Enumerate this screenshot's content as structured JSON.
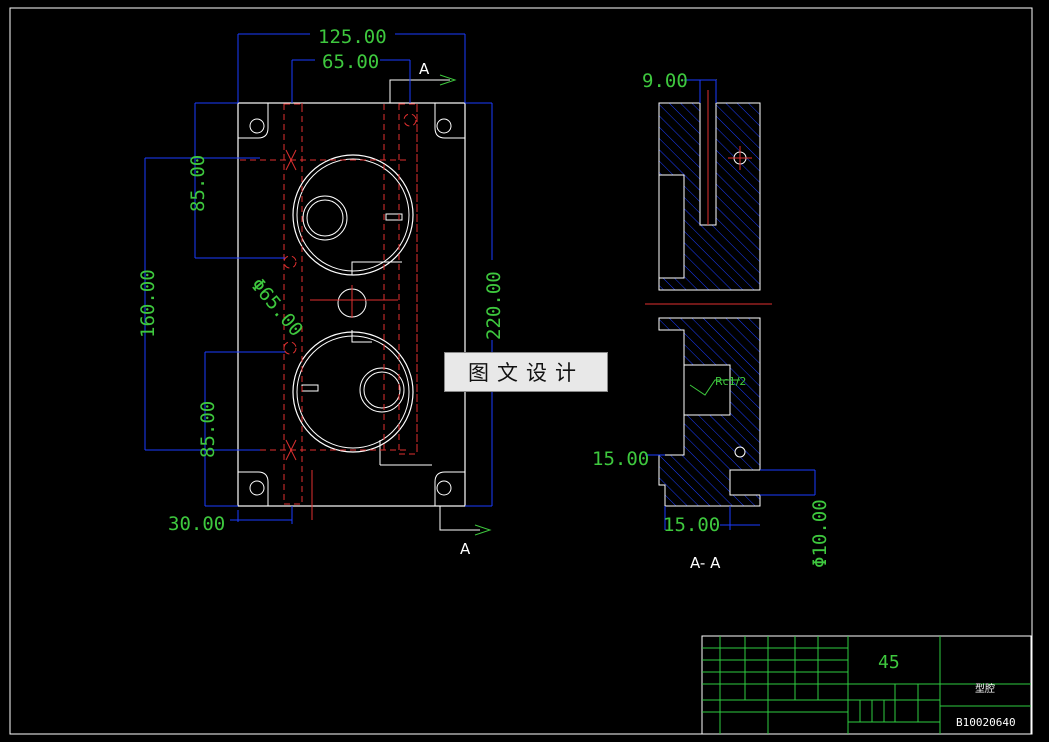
{
  "dimensions": {
    "front": {
      "w125": "125.00",
      "w65": "65.00",
      "h85_top": "85.00",
      "h160": "160.00",
      "h220": "220.00",
      "h85_bottom": "85.00",
      "w30": "30.00",
      "phi65": "Φ65.00"
    },
    "section": {
      "w9": "9.00",
      "h15": "15.00",
      "w15": "15.00",
      "phi10": "Φ10.00",
      "rc": "Rc1/2"
    }
  },
  "section_marks": {
    "top": "A",
    "bottom": "A",
    "section_label": "A- A"
  },
  "watermark": "图文设计",
  "title_block": {
    "material": "45",
    "part_name": "型腔",
    "drawing_no": "B10020640"
  },
  "colors": {
    "outline": "#ffffff",
    "hidden": "#e03030",
    "dimension_line": "#1a3cff",
    "dimension_text": "#3ec83e",
    "hatch": "#1a3cff",
    "title_block": "#2ecc40"
  }
}
